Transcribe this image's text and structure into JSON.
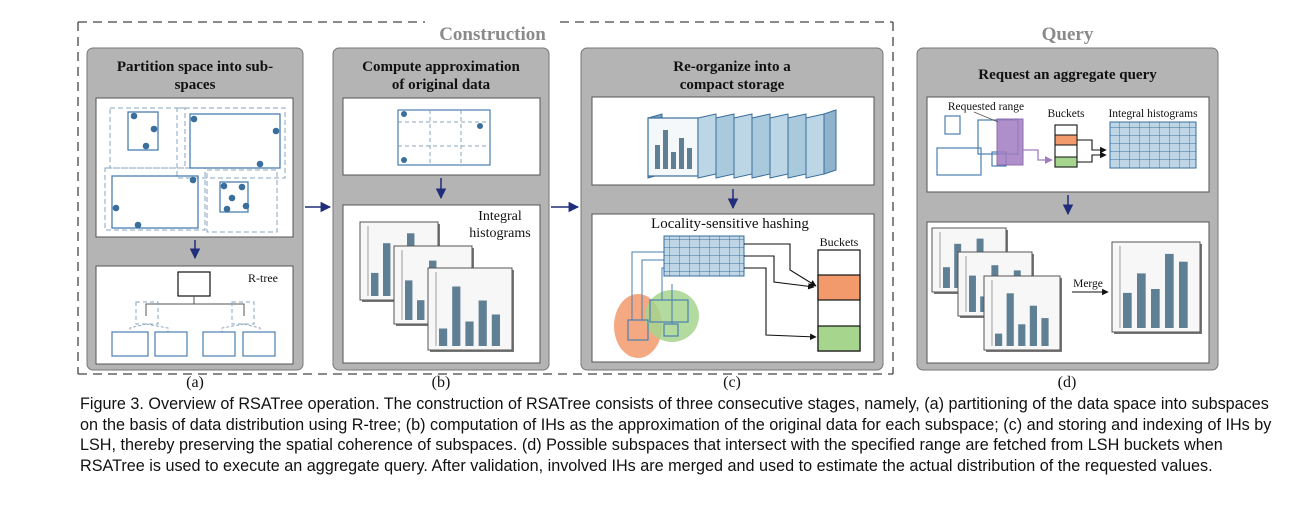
{
  "sections": {
    "construction": "Construction",
    "query": "Query"
  },
  "panels": {
    "a": {
      "title": "Partition space into sub-spaces",
      "tree_label": "R-tree",
      "tag": "(a)"
    },
    "b": {
      "title_line1": "Compute approximation",
      "title_line2": "of original data",
      "ih_line1": "Integral",
      "ih_line2": "histograms",
      "tag": "(b)"
    },
    "c": {
      "title_line1": "Re-organize into a",
      "title_line2": "compact storage",
      "lsh_label": "Locality-sensitive hashing",
      "buckets_label": "Buckets",
      "tag": "(c)"
    },
    "d": {
      "title": "Request an aggregate query",
      "requested_range": "Requested range",
      "buckets_label": "Buckets",
      "ih_label": "Integral histograms",
      "merge_label": "Merge",
      "tag": "(d)"
    }
  },
  "colors": {
    "panel_bg": "#b4b4b4",
    "box_stroke": "#4a7fb0",
    "dot": "#3a6e9c",
    "bar": "#5f7f94",
    "grid_fill": "#bfd6e6",
    "orange": "#f29a6c",
    "green": "#a6d58e",
    "purple": "#a27cc0",
    "arrow": "#1f2d7a"
  },
  "caption": "Figure 3. Overview of RSATree operation. The construction of RSATree consists of three consecutive stages, namely, (a) partitioning of the data space into subspaces on the basis of data distribution using R-tree; (b) computation of IHs as the approximation of the original data for each subspace; (c) and storing and indexing of IHs by LSH, thereby preserving the spatial coherence of subspaces. (d) Possible subspaces that intersect with the specified range are fetched from LSH buckets when RSATree is used to execute an aggregate query. After validation, involved IHs are merged and used to estimate the actual distribution of the requested values."
}
